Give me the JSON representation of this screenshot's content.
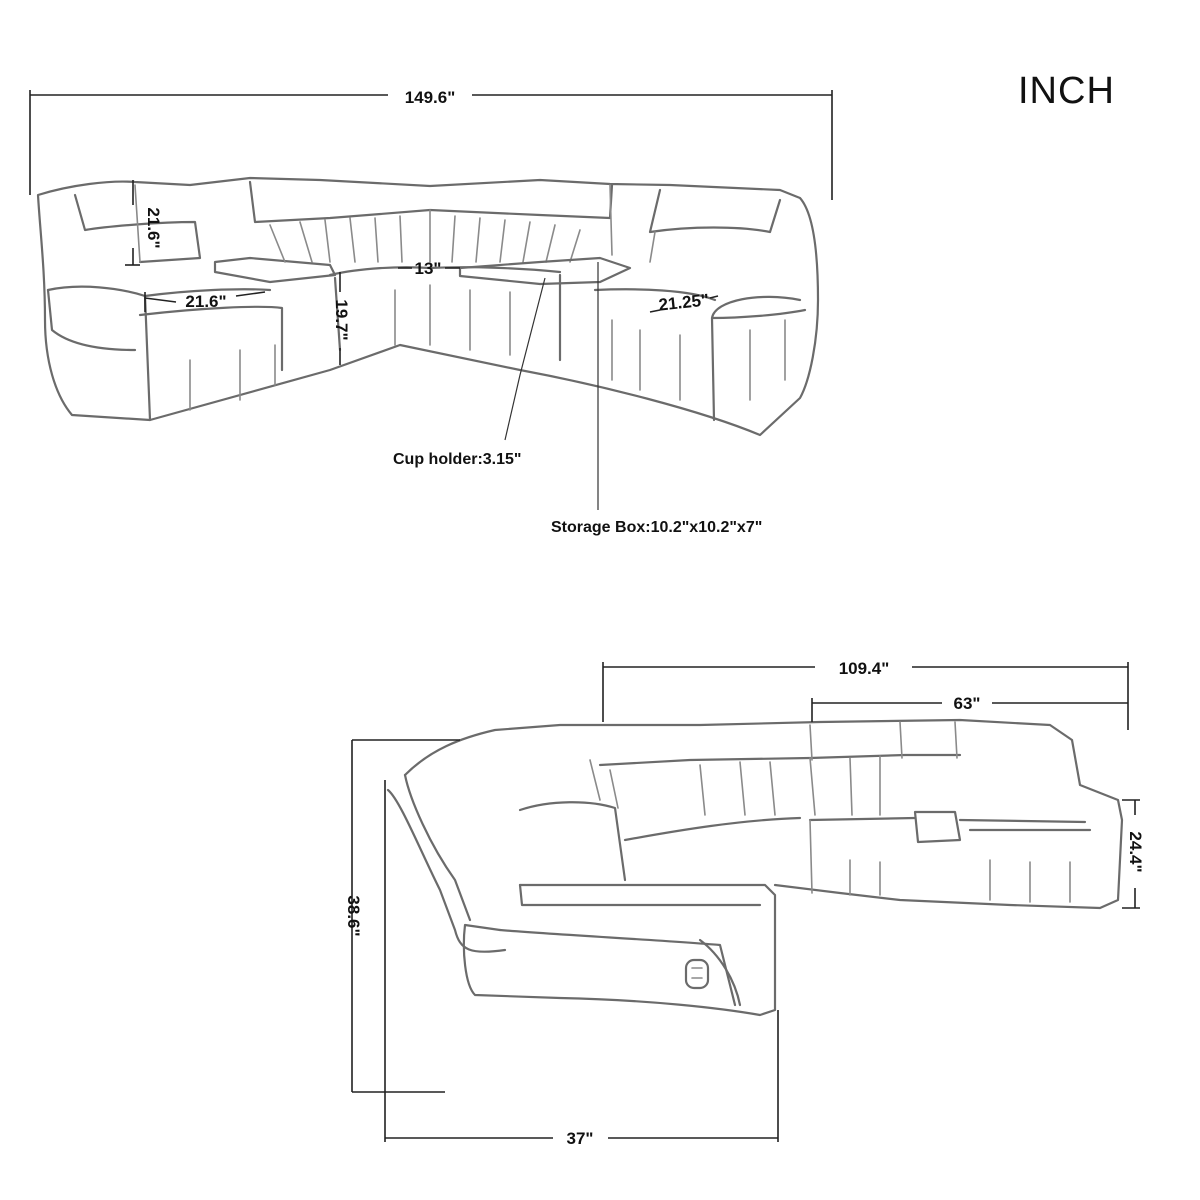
{
  "unit_label": "INCH",
  "top_view": {
    "overall_width": "149.6\"",
    "back_height": "21.6\"",
    "seat_width": "21.6\"",
    "console_width": "13\"",
    "seat_height": "19.7\"",
    "right_seat_width": "21.25\"",
    "cup_holder_note": "Cup holder:3.15\"",
    "storage_box_note": "Storage Box:10.2\"x10.2\"x7\""
  },
  "side_view": {
    "overall_depth": "109.4\"",
    "section_width": "63\"",
    "side_height": "24.4\"",
    "total_height": "38.6\"",
    "chaise_width": "37\""
  },
  "colors": {
    "outline": "#6b6b6b",
    "dimension_line": "#222222",
    "text": "#111111"
  }
}
